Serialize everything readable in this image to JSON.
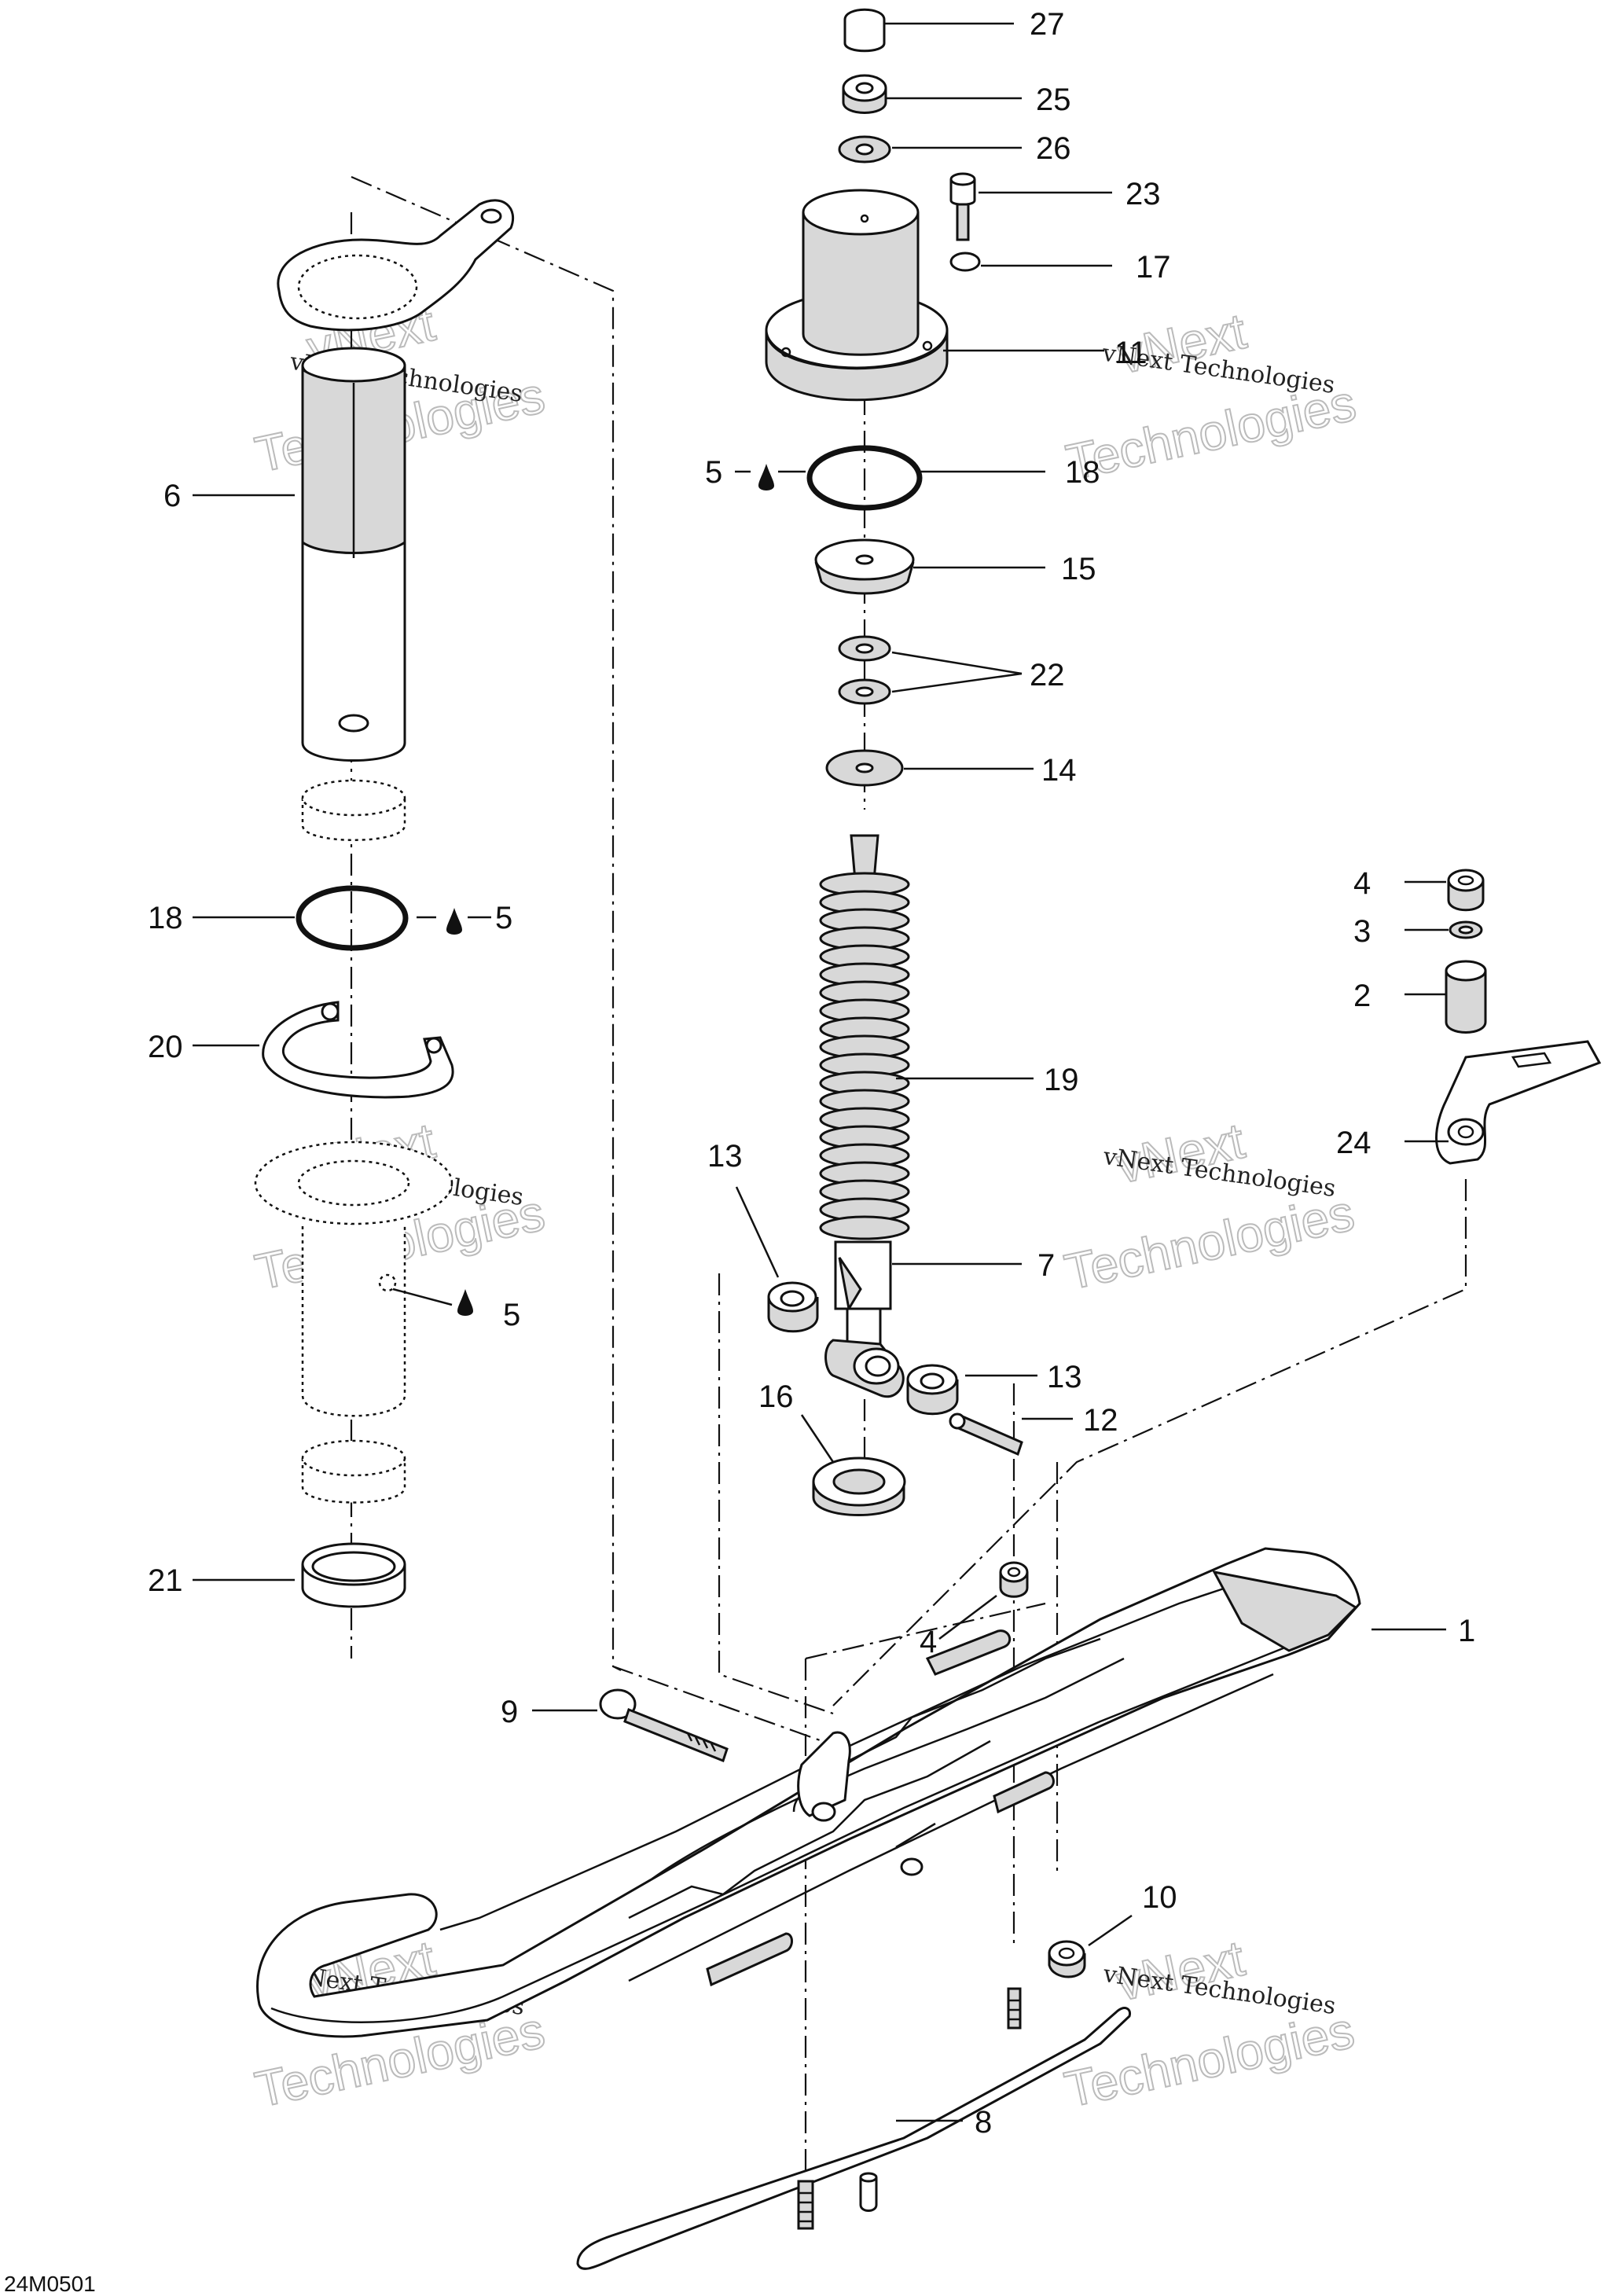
{
  "callouts": [
    {
      "id": "c27",
      "label": "27"
    },
    {
      "id": "c25",
      "label": "25"
    },
    {
      "id": "c26",
      "label": "26"
    },
    {
      "id": "c23",
      "label": "23"
    },
    {
      "id": "c17",
      "label": "17"
    },
    {
      "id": "c11",
      "label": "11"
    },
    {
      "id": "c18r",
      "label": "18"
    },
    {
      "id": "c5a",
      "label": "5"
    },
    {
      "id": "c15",
      "label": "15"
    },
    {
      "id": "c22",
      "label": "22"
    },
    {
      "id": "c14",
      "label": "14"
    },
    {
      "id": "c4a",
      "label": "4"
    },
    {
      "id": "c3",
      "label": "3"
    },
    {
      "id": "c2",
      "label": "2"
    },
    {
      "id": "c19",
      "label": "19"
    },
    {
      "id": "c24",
      "label": "24"
    },
    {
      "id": "c13a",
      "label": "13"
    },
    {
      "id": "c7",
      "label": "7"
    },
    {
      "id": "c13b",
      "label": "13"
    },
    {
      "id": "c12",
      "label": "12"
    },
    {
      "id": "c16",
      "label": "16"
    },
    {
      "id": "c6",
      "label": "6"
    },
    {
      "id": "c18l",
      "label": "18"
    },
    {
      "id": "c5b",
      "label": "5"
    },
    {
      "id": "c20",
      "label": "20"
    },
    {
      "id": "c5c",
      "label": "5"
    },
    {
      "id": "c21",
      "label": "21"
    },
    {
      "id": "c4b",
      "label": "4"
    },
    {
      "id": "c1",
      "label": "1"
    },
    {
      "id": "c9",
      "label": "9"
    },
    {
      "id": "c10",
      "label": "10"
    },
    {
      "id": "c8",
      "label": "8"
    }
  ],
  "watermark": {
    "line1": "vNext Technologies",
    "line2": "vNext",
    "line3": "Technologies"
  },
  "drawing_code": "24M0501"
}
